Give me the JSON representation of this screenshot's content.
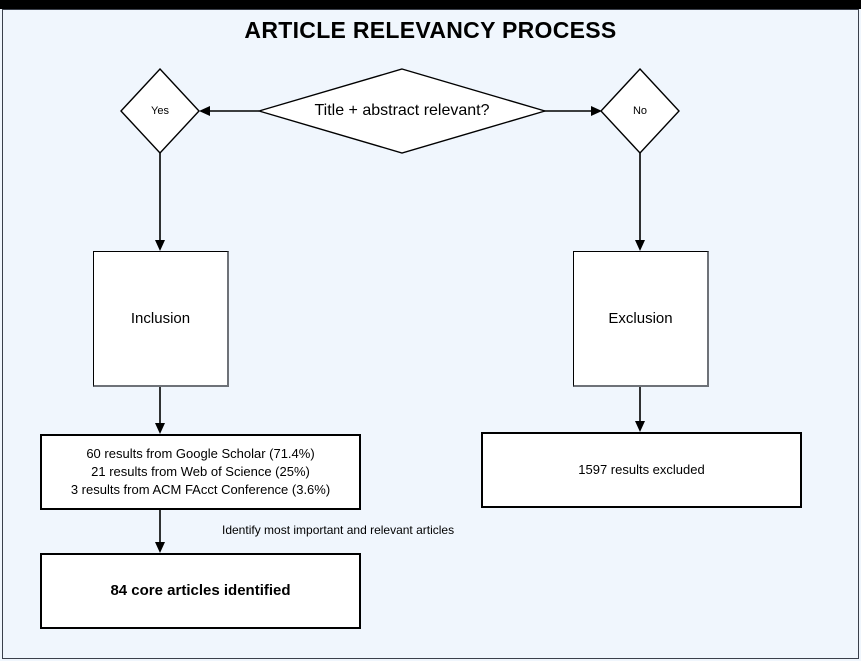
{
  "diagram": {
    "title": "ARTICLE RELEVANCY PROCESS",
    "background_color": "#f0f6fd",
    "line_color": "#000000",
    "node_fill": "#ffffff"
  },
  "nodes": {
    "decision": {
      "shape": "diamond",
      "label": "Title + abstract relevant?"
    },
    "yes_branch": {
      "shape": "diamond",
      "label": "Yes"
    },
    "no_branch": {
      "shape": "diamond",
      "label": "No"
    },
    "inclusion": {
      "shape": "process",
      "label": "Inclusion"
    },
    "exclusion": {
      "shape": "process",
      "label": "Exclusion"
    },
    "sources": {
      "shape": "box",
      "lines": [
        "60 results from Google Scholar (71.4%)",
        "21 results from Web of Science (25%)",
        "3 results from ACM FAcct Conference (3.6%)"
      ]
    },
    "excluded": {
      "shape": "box",
      "label": "1597 results excluded"
    },
    "core_articles": {
      "shape": "box",
      "label": "84 core articles identified"
    }
  },
  "edges": {
    "decision_to_yes": {
      "label": ""
    },
    "decision_to_no": {
      "label": ""
    },
    "yes_to_inclusion": {
      "label": ""
    },
    "no_to_exclusion": {
      "label": ""
    },
    "inclusion_to_sources": {
      "label": ""
    },
    "exclusion_to_excluded": {
      "label": ""
    },
    "sources_to_core": {
      "label": "Identify most important and relevant articles"
    }
  },
  "chart_data": {
    "type": "table",
    "title": "ARTICLE RELEVANCY PROCESS",
    "categories": [
      "Google Scholar",
      "Web of Science",
      "ACM FAcct Conference"
    ],
    "values": [
      60,
      21,
      3
    ],
    "percentages": [
      71.4,
      25,
      3.6
    ],
    "total_included": 84,
    "total_excluded": 1597
  }
}
